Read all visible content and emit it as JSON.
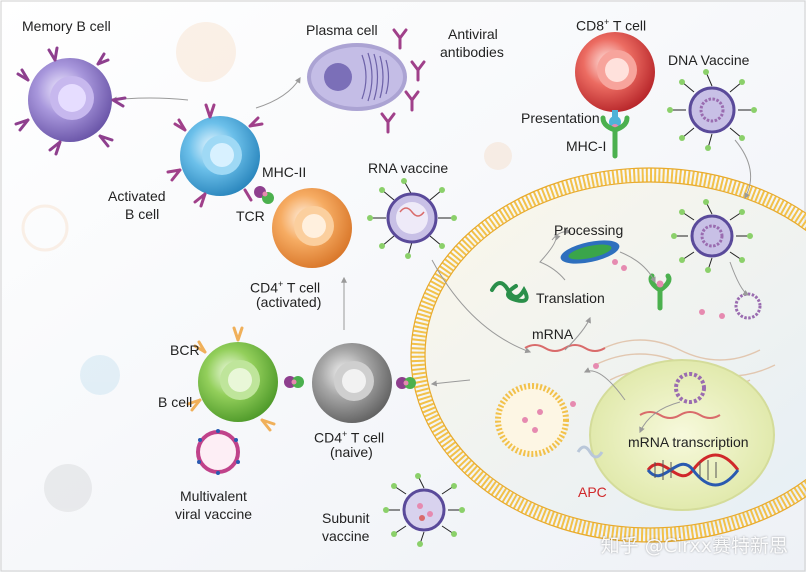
{
  "labels": {
    "memory_b_cell": "Memory B cell",
    "plasma_cell": "Plasma cell",
    "antiviral_antibodies_1": "Antiviral",
    "antiviral_antibodies_2": "antibodies",
    "cd8_t_cell_pre": "CD8",
    "cd8_t_cell_sup": "+",
    "cd8_t_cell_post": " T cell",
    "dna_vaccine": "DNA Vaccine",
    "presentation": "Presentation",
    "mhc_i": "MHC-I",
    "mhc_ii": "MHC-II",
    "activated_b_cell_1": "Activated",
    "activated_b_cell_2": "B cell",
    "tcr": "TCR",
    "rna_vaccine": "RNA vaccine",
    "cd4_activated_pre": "CD4",
    "cd4_activated_sup": "+",
    "cd4_activated_post": " T cell",
    "cd4_activated_2": "(activated)",
    "processing": "Processing",
    "translation": "Translation",
    "mrna": "mRNA",
    "bcr": "BCR",
    "b_cell": "B cell",
    "cd4_naive_pre": "CD4",
    "cd4_naive_sup": "+",
    "cd4_naive_post": " T cell",
    "cd4_naive_2": "(naive)",
    "mrna_transcription": "mRNA transcription",
    "multivalent_1": "Multivalent",
    "multivalent_2": "viral vaccine",
    "apc": "APC",
    "subunit_1": "Subunit",
    "subunit_2": "vaccine"
  },
  "watermark": "知乎 @Cirxx赛特新思",
  "colors": {
    "memory_b": "#8e78c6",
    "activated_b": "#4ba9dc",
    "plasma": "#9c93c8",
    "cd8": "#d9403f",
    "cd4_activated": "#f09a4a",
    "b_cell": "#7cc043",
    "cd4_naive": "#8b8b8b",
    "membrane": "#f2c14a",
    "apc_interior": "#f7f3e6",
    "nucleus": "#eef2c8",
    "antibody": "#b04090",
    "mrna": "#d96b6b",
    "text_apc": "#d0282a"
  }
}
